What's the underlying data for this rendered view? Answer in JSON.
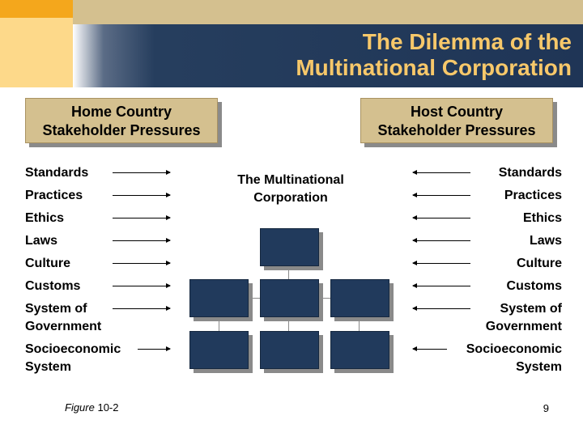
{
  "slide": {
    "title_lines": [
      "The Dilemma of the",
      "Multinational Corporation"
    ],
    "home_box": {
      "line1": "Home Country",
      "line2": "Stakeholder Pressures"
    },
    "host_box": {
      "line1": "Host Country",
      "line2": "Stakeholder Pressures"
    },
    "center_label": {
      "line1": "The Multinational",
      "line2": "Corporation"
    },
    "pressures": [
      {
        "line1": "Standards",
        "line2": ""
      },
      {
        "line1": "Practices",
        "line2": ""
      },
      {
        "line1": "Ethics",
        "line2": ""
      },
      {
        "line1": "Laws",
        "line2": ""
      },
      {
        "line1": "Culture",
        "line2": ""
      },
      {
        "line1": "Customs",
        "line2": ""
      },
      {
        "line1": "System of",
        "line2": "Government"
      },
      {
        "line1": "Socioeconomic",
        "line2": "System"
      }
    ],
    "figure_word": "Figure",
    "figure_number": " 10-2",
    "page_number": "9"
  },
  "colors": {
    "accent_gold": "#f7c86a",
    "title_bar": "#1f3556",
    "header_box": "#d4c08f",
    "org_box": "#213a5c"
  }
}
